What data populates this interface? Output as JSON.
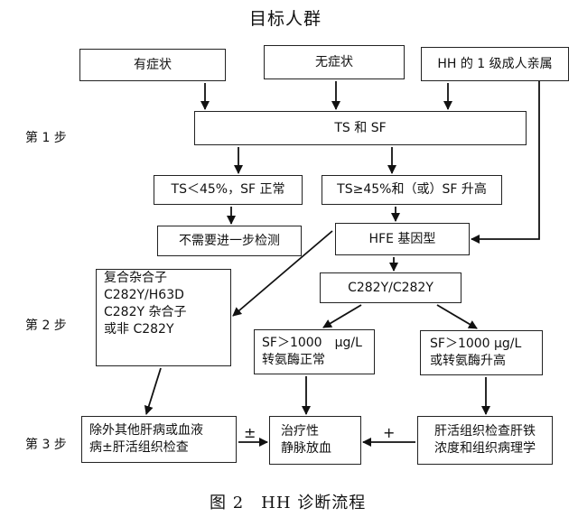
{
  "title": "目标人群",
  "caption": "图 2　HH 诊断流程",
  "steps": {
    "step1": "第 1 步",
    "step2": "第 2 步",
    "step3": "第 3 步"
  },
  "boxes": {
    "symptomatic": "有症状",
    "asymptomatic": "无症状",
    "first_degree": "HH 的 1 级成人亲属",
    "ts_sf": "TS 和 SF",
    "ts_normal": "TS＜45%，SF 正常",
    "ts_high": "TS≥45%和（或）SF 升高",
    "no_further": "不需要进一步检测",
    "hfe": "HFE 基因型",
    "compound": [
      "复合杂合子",
      "C282Y/H63D",
      "C282Y 杂合子",
      "或非 C282Y"
    ],
    "homozygous": "C282Y/C282Y",
    "sf_normal": [
      "SF＞1000　μg/L",
      "转氨酶正常"
    ],
    "sf_high": [
      "SF＞1000 μg/L",
      "或转氨酶升高"
    ],
    "exclude": [
      "除外其他肝病或血液",
      "病±肝活组织检查"
    ],
    "treatment": [
      "治疗性",
      "静脉放血"
    ],
    "biopsy": [
      "肝活组织检查肝铁",
      "浓度和组织病理学"
    ]
  },
  "edge_labels": {
    "plus_minus": "±",
    "plus": "+"
  }
}
